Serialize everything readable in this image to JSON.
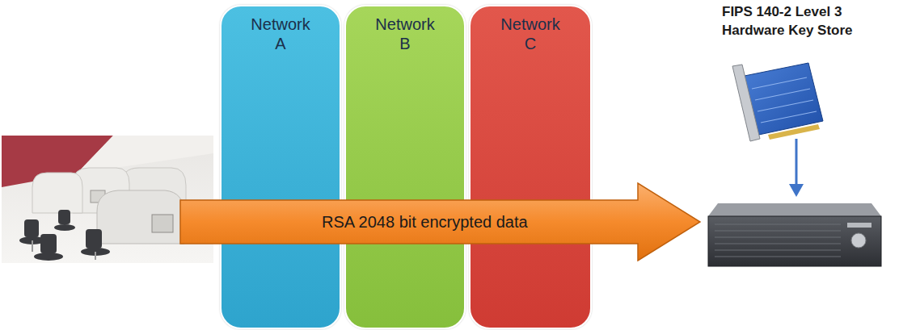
{
  "diagram": {
    "nodes": [
      {
        "text": [
          "Network A"
        ]
      },
      {
        "text": [
          "Network B"
        ]
      },
      {
        "text": [
          "Network C"
        ]
      },
      {
        "text": [
          "RSA 2048 bit encrypted data"
        ]
      }
    ],
    "labels": [
      "FIPS 140-2 Level 3 Hardware Key Store"
    ]
  }
}
